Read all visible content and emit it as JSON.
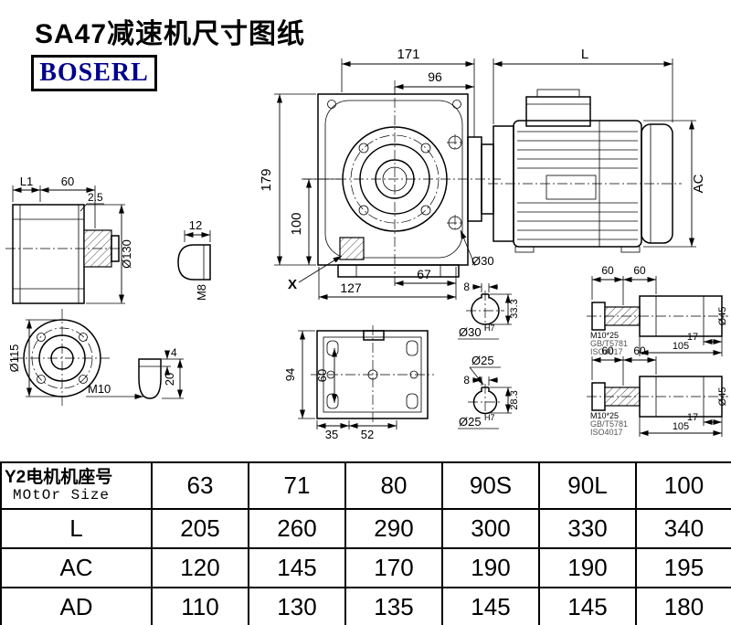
{
  "title": "SA47减速机尺寸图纸",
  "logo": "BOSERL",
  "drawing": {
    "side_view": {
      "l1": "L1",
      "d60": "60",
      "d2_5": "2.5",
      "d130": "Ø130"
    },
    "flange_view": {
      "d115": "Ø115",
      "m10": "M10"
    },
    "key_detail_small": {
      "d12": "12",
      "m8": "M8"
    },
    "key_detail_large": {
      "d4": "4",
      "d20": "20"
    },
    "front_view": {
      "d171": "171",
      "d96": "96",
      "d179": "179",
      "d100": "100",
      "d67": "67",
      "d127": "127",
      "x": "X",
      "d30": "Ø30"
    },
    "motor_view": {
      "l": "L",
      "ac": "AC"
    },
    "bottom_view": {
      "d94": "94",
      "d60": "60",
      "d35": "35",
      "d52": "52"
    },
    "section_30": {
      "d8": "8",
      "d33_3": "33.3",
      "bore": "Ø30",
      "fit": "H7"
    },
    "section_25": {
      "d25": "Ø25",
      "d8": "8",
      "d28_3": "28.3",
      "bore": "Ø25",
      "fit": "H7"
    },
    "shaft_30": {
      "d60a": "60",
      "d60b": "60",
      "bolt": "M10*25",
      "std1": "GB/T5781",
      "std2": "ISO4017",
      "d17": "17",
      "d105": "105",
      "d45": "Ø45"
    },
    "shaft_25": {
      "d60a": "60",
      "d60b": "60",
      "bolt": "M10*25",
      "std1": "GB/T5781",
      "std2": "ISO4017",
      "d17": "17",
      "d105": "105",
      "d45": "Ø45"
    }
  },
  "table": {
    "header": {
      "cn": "Y2电机机座号",
      "en": "MOtOr Size",
      "sizes": [
        "63",
        "71",
        "80",
        "90S",
        "90L",
        "100"
      ]
    },
    "rows": [
      {
        "label": "L",
        "values": [
          "205",
          "260",
          "290",
          "300",
          "330",
          "340"
        ]
      },
      {
        "label": "AC",
        "values": [
          "120",
          "145",
          "170",
          "190",
          "190",
          "195"
        ]
      },
      {
        "label": "AD",
        "values": [
          "110",
          "130",
          "135",
          "145",
          "145",
          "180"
        ]
      }
    ]
  }
}
